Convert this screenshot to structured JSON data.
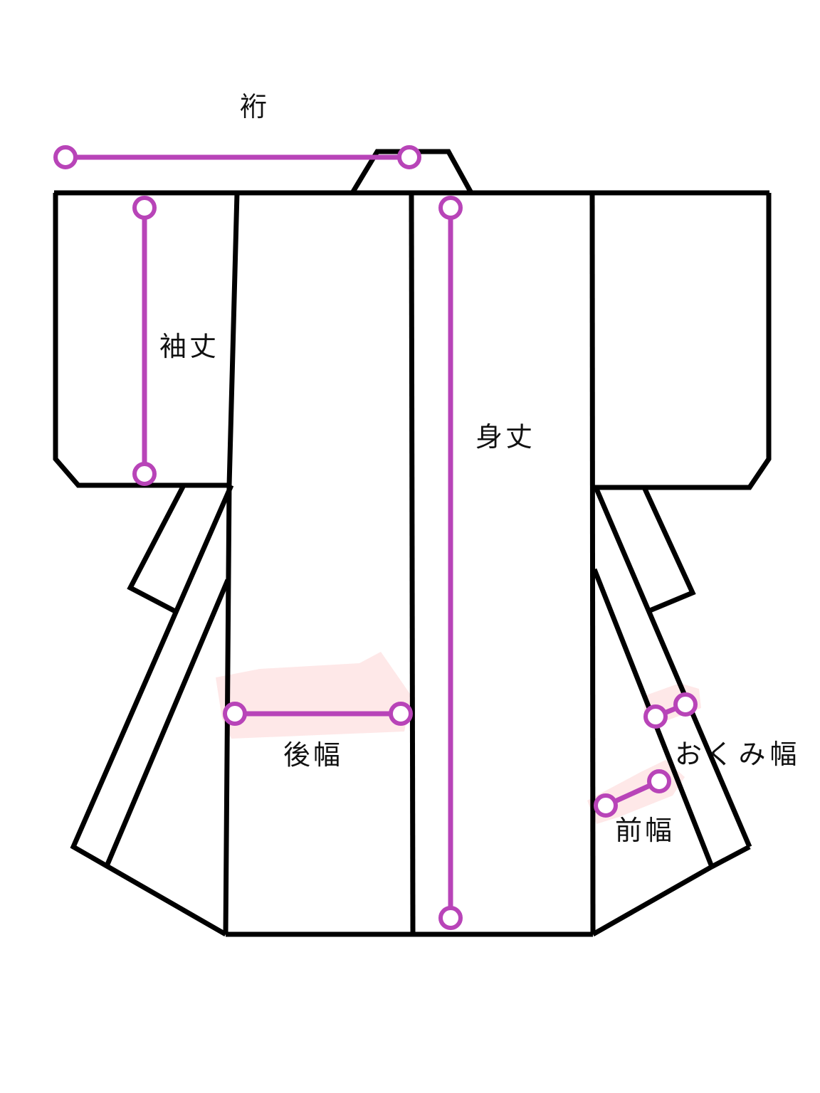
{
  "colors": {
    "outline": "#000000",
    "measure_line": "#b844b8",
    "highlight": "#fdd6d6",
    "background": "#ffffff"
  },
  "labels": {
    "yuki": "裄",
    "sodetake": "袖丈",
    "mitake": "身丈",
    "ushiro_haba": "後幅",
    "okumi_haba": "おくみ幅",
    "mae_haba": "前幅"
  }
}
